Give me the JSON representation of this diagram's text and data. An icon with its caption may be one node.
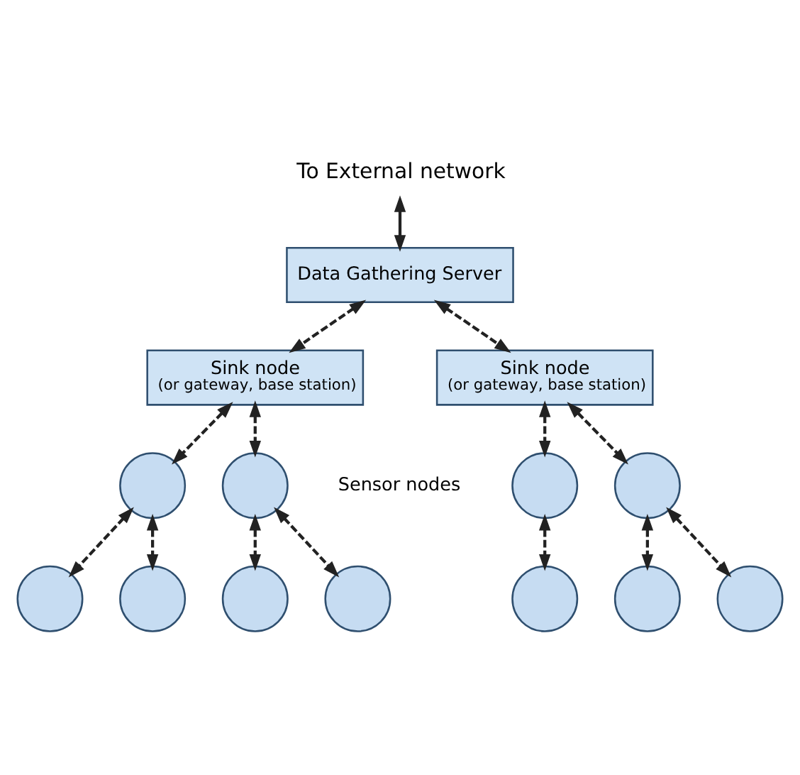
{
  "diagram": {
    "nodes": [
      {
        "text": [
          "To External network"
        ]
      },
      {
        "text": [
          "Data Gathering Server"
        ]
      },
      {
        "text": [
          "Sink node",
          "(or gateway, base station)"
        ]
      },
      {
        "text": [
          "Sink node",
          "(or gateway, base station)"
        ]
      },
      {
        "text": [],
        "shape": "circle"
      },
      {
        "text": [],
        "shape": "circle"
      },
      {
        "text": [],
        "shape": "circle"
      },
      {
        "text": [],
        "shape": "circle"
      },
      {
        "text": [],
        "shape": "circle"
      },
      {
        "text": [],
        "shape": "circle"
      },
      {
        "text": [],
        "shape": "circle"
      },
      {
        "text": [],
        "shape": "circle"
      },
      {
        "text": [],
        "shape": "circle"
      },
      {
        "text": [],
        "shape": "circle"
      },
      {
        "text": [],
        "shape": "circle"
      }
    ],
    "edges": [
      {
        "from": 0,
        "to": 1,
        "arrow": "both"
      },
      {
        "from": 1,
        "to": 2,
        "arrow": "both",
        "style": "dashed"
      },
      {
        "from": 1,
        "to": 3,
        "arrow": "both",
        "style": "dashed"
      },
      {
        "from": 2,
        "to": 4,
        "arrow": "both",
        "style": "dashed"
      },
      {
        "from": 2,
        "to": 5,
        "arrow": "both",
        "style": "dashed"
      },
      {
        "from": 3,
        "to": 6,
        "arrow": "both",
        "style": "dashed"
      },
      {
        "from": 3,
        "to": 7,
        "arrow": "both",
        "style": "dashed"
      },
      {
        "from": 4,
        "to": 8,
        "arrow": "both",
        "style": "dashed"
      },
      {
        "from": 4,
        "to": 9,
        "arrow": "both",
        "style": "dashed"
      },
      {
        "from": 5,
        "to": 10,
        "arrow": "both",
        "style": "dashed"
      },
      {
        "from": 5,
        "to": 11,
        "arrow": "both",
        "style": "dashed"
      },
      {
        "from": 6,
        "to": 12,
        "arrow": "both",
        "style": "dashed"
      },
      {
        "from": 7,
        "to": 13,
        "arrow": "both",
        "style": "dashed"
      },
      {
        "from": 7,
        "to": 14,
        "arrow": "both",
        "style": "dashed"
      }
    ],
    "labels": [
      "Sensor nodes"
    ]
  }
}
